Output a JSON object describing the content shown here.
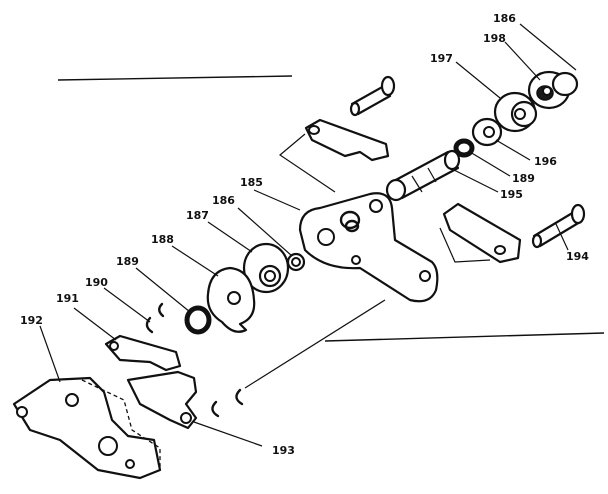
{
  "callouts": {
    "c186_top": "186",
    "c198": "198",
    "c197": "197",
    "c196": "196",
    "c189_right": "189",
    "c195": "195",
    "c194": "194",
    "c185": "185",
    "c186_mid": "186",
    "c187": "187",
    "c188": "188",
    "c189_left": "189",
    "c190": "190",
    "c191": "191",
    "c192": "192",
    "c193": "193"
  }
}
